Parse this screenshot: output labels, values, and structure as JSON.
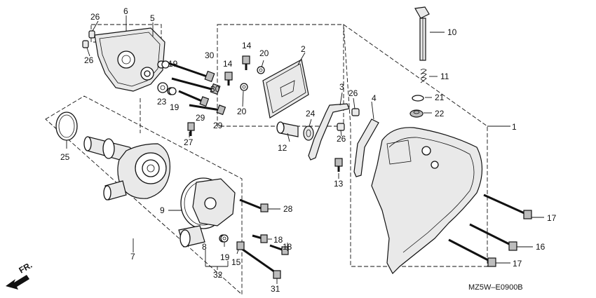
{
  "drawing_code": "MZ5W–E0900B",
  "direction_label": "FR.",
  "callouts": [
    {
      "id": "c1",
      "text": "1"
    },
    {
      "id": "c2",
      "text": "2"
    },
    {
      "id": "c3",
      "text": "3"
    },
    {
      "id": "c4",
      "text": "4"
    },
    {
      "id": "c5",
      "text": "5"
    },
    {
      "id": "c6",
      "text": "6"
    },
    {
      "id": "c7",
      "text": "7"
    },
    {
      "id": "c8",
      "text": "8"
    },
    {
      "id": "c9",
      "text": "9"
    },
    {
      "id": "c10",
      "text": "10"
    },
    {
      "id": "c11",
      "text": "11"
    },
    {
      "id": "c12",
      "text": "12"
    },
    {
      "id": "c13",
      "text": "13"
    },
    {
      "id": "c14a",
      "text": "14"
    },
    {
      "id": "c14b",
      "text": "14"
    },
    {
      "id": "c15",
      "text": "15"
    },
    {
      "id": "c16",
      "text": "16"
    },
    {
      "id": "c17a",
      "text": "17"
    },
    {
      "id": "c17b",
      "text": "17"
    },
    {
      "id": "c18a",
      "text": "18"
    },
    {
      "id": "c18b",
      "text": "18"
    },
    {
      "id": "c19a",
      "text": "19"
    },
    {
      "id": "c19b",
      "text": "19"
    },
    {
      "id": "c19c",
      "text": "19"
    },
    {
      "id": "c20a",
      "text": "20"
    },
    {
      "id": "c20b",
      "text": "20"
    },
    {
      "id": "c21",
      "text": "21"
    },
    {
      "id": "c22",
      "text": "22"
    },
    {
      "id": "c23",
      "text": "23"
    },
    {
      "id": "c24",
      "text": "24"
    },
    {
      "id": "c25",
      "text": "25"
    },
    {
      "id": "c26a",
      "text": "26"
    },
    {
      "id": "c26b",
      "text": "26"
    },
    {
      "id": "c26c",
      "text": "26"
    },
    {
      "id": "c26d",
      "text": "26"
    },
    {
      "id": "c27",
      "text": "27"
    },
    {
      "id": "c28",
      "text": "28"
    },
    {
      "id": "c29a",
      "text": "29"
    },
    {
      "id": "c29b",
      "text": "29"
    },
    {
      "id": "c30a",
      "text": "30"
    },
    {
      "id": "c30b",
      "text": "30"
    },
    {
      "id": "c31",
      "text": "31"
    },
    {
      "id": "c32",
      "text": "32"
    }
  ]
}
